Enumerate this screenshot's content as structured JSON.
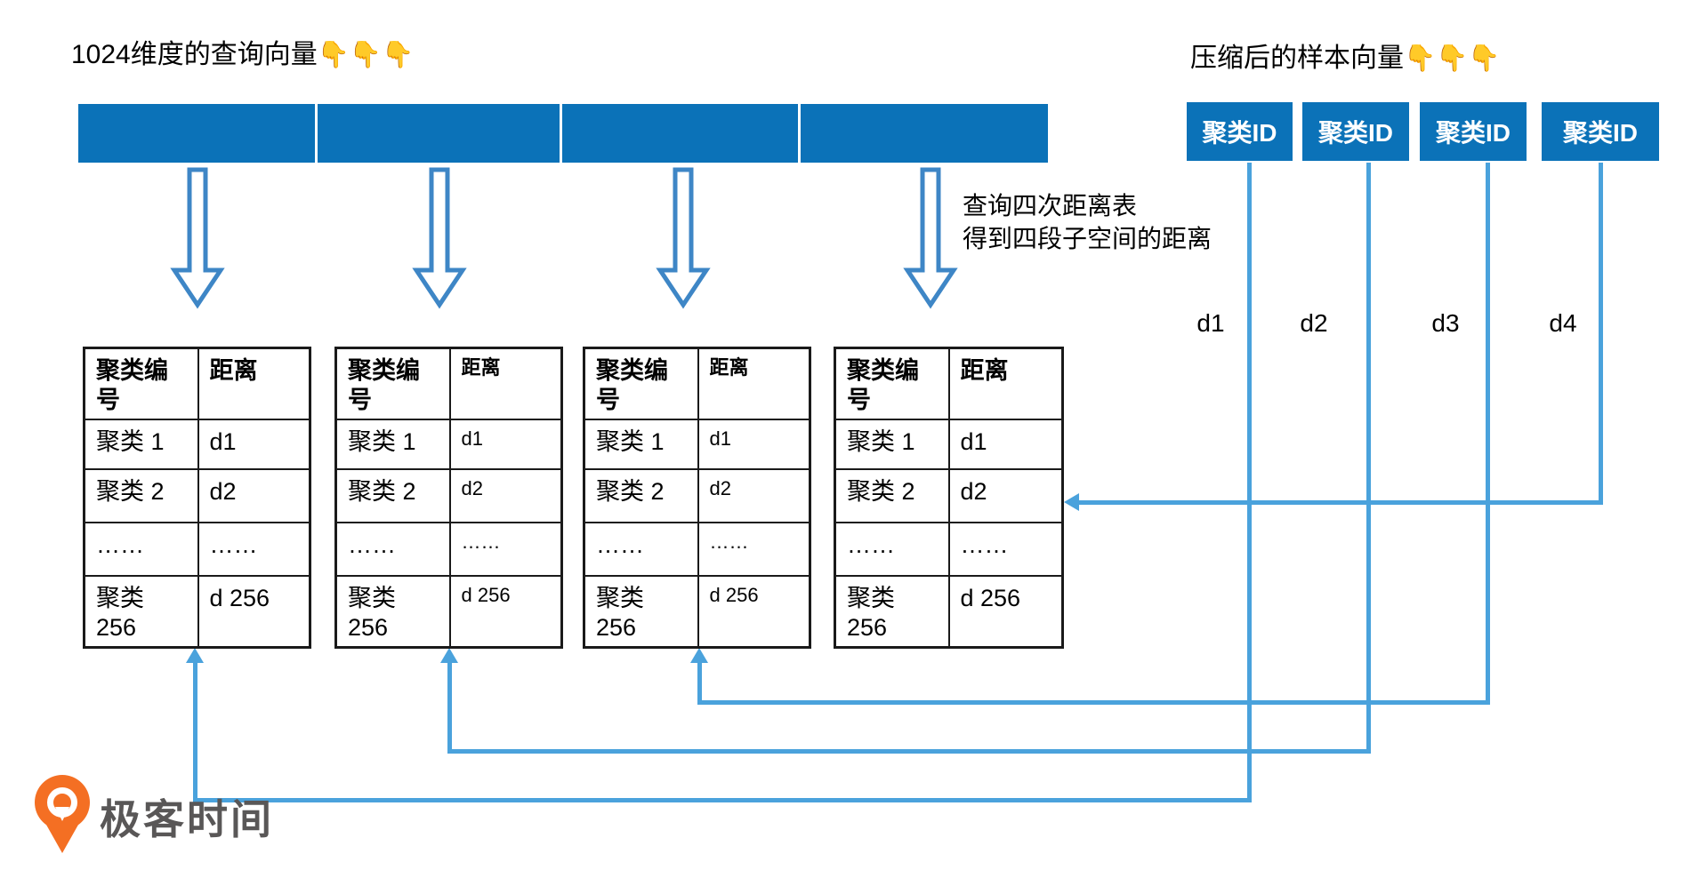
{
  "left_title": {
    "text": "1024维度的查询向量",
    "emoji": "👇👇👇"
  },
  "right_title": {
    "text": "压缩后的样本向量",
    "emoji": "👇👇👇"
  },
  "annotation": {
    "line1": "查询四次距离表",
    "line2": "得到四段子空间的距离"
  },
  "cluster_id_cells": [
    "聚类ID",
    "聚类ID",
    "聚类ID",
    "聚类ID"
  ],
  "distance_labels": [
    "d1",
    "d2",
    "d3",
    "d4"
  ],
  "distance_tables": [
    {
      "headers": [
        "聚类编号",
        "距离"
      ],
      "rows": [
        [
          "聚类 1",
          "d1"
        ],
        [
          "聚类 2",
          "d2"
        ],
        [
          "……",
          "……"
        ],
        [
          "聚类 256",
          "d 256"
        ]
      ]
    },
    {
      "headers": [
        "聚类编号",
        "距离"
      ],
      "rows": [
        [
          "聚类 1",
          "d1"
        ],
        [
          "聚类 2",
          "d2"
        ],
        [
          "……",
          "……"
        ],
        [
          "聚类 256",
          "d 256"
        ]
      ]
    },
    {
      "headers": [
        "聚类编号",
        "距离"
      ],
      "rows": [
        [
          "聚类 1",
          "d1"
        ],
        [
          "聚类 2",
          "d2"
        ],
        [
          "……",
          "……"
        ],
        [
          "聚类 256",
          "d 256"
        ]
      ]
    },
    {
      "headers": [
        "聚类编号",
        "距离"
      ],
      "rows": [
        [
          "聚类 1",
          "d1"
        ],
        [
          "聚类 2",
          "d2"
        ],
        [
          "……",
          "……"
        ],
        [
          "聚类 256",
          "d 256"
        ]
      ]
    }
  ],
  "logo": {
    "text": "极客时间"
  },
  "colors": {
    "bar_blue": "#0b72b8",
    "connector_blue": "#4aa2dc",
    "arrow_outline_blue": "#3e86c6",
    "logo_orange": "#f46f23",
    "logo_text_gray": "#595757",
    "table_border": "#1a1a1a"
  }
}
